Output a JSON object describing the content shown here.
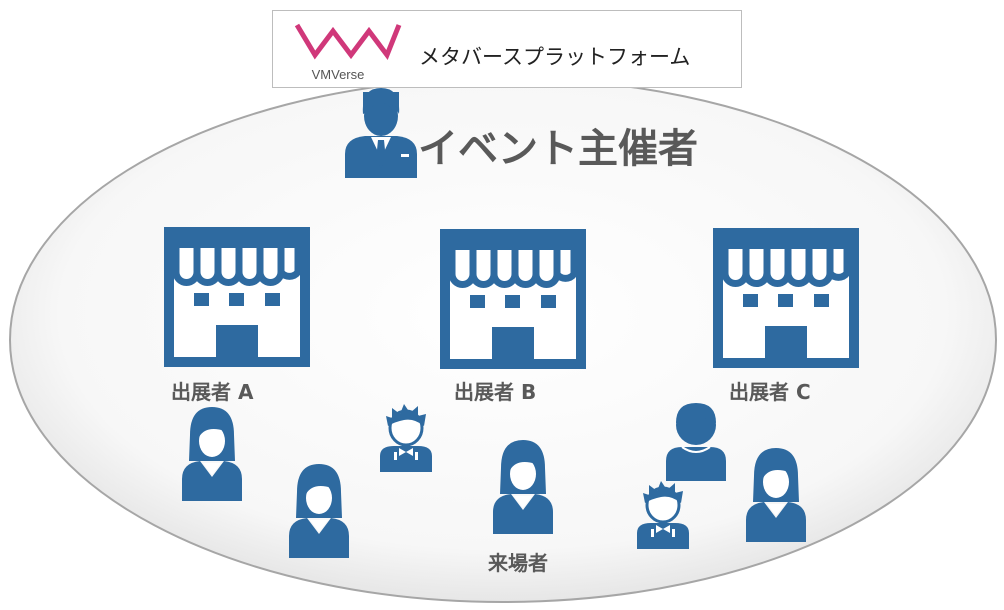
{
  "colors": {
    "icon": "#2e6aa0",
    "text": "#595959",
    "logo_accent": "#d0387a",
    "ellipse_stroke": "#a6a6a6"
  },
  "header": {
    "logo_text": "VMVerse",
    "platform": "メタバースプラットフォーム"
  },
  "organizer": {
    "label": "イベント主催者",
    "icon": "businessman-icon"
  },
  "exhibitors": [
    {
      "label": "出展者 A",
      "icon": "storefront-icon"
    },
    {
      "label": "出展者 B",
      "icon": "storefront-icon"
    },
    {
      "label": "出展者 C",
      "icon": "storefront-icon"
    }
  ],
  "visitors": {
    "label": "来場者"
  }
}
